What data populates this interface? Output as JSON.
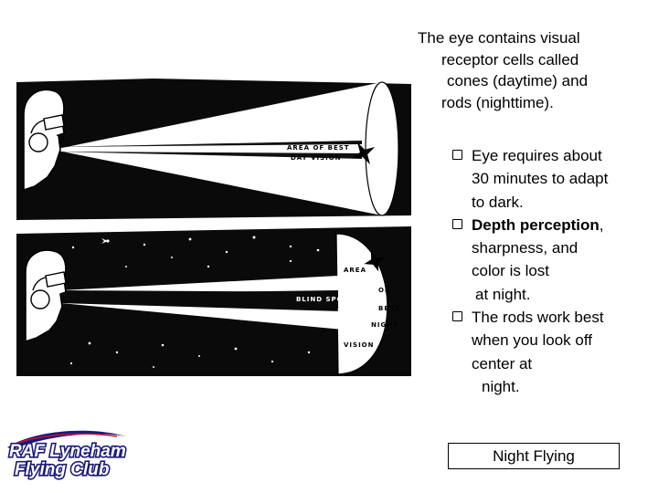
{
  "intro_lines": [
    "The eye contains visual",
    "receptor cells called",
    "cones (daytime) and",
    "rods (nighttime)."
  ],
  "bullets": [
    {
      "lines": [
        "Eye requires about",
        "30 minutes to adapt",
        "to dark."
      ]
    },
    {
      "bold": "Depth perception",
      "lines": [
        ", ",
        "sharpness, and",
        "color is lost",
        "at night."
      ]
    },
    {
      "lines": [
        "The rods work best",
        "when you look off",
        "center at",
        "night."
      ]
    }
  ],
  "diagram_labels": {
    "day_area": "AREA OF BEST",
    "day_vision": "DAY VISION",
    "night_area": "AREA",
    "night_of": "OF",
    "night_best": "BEST",
    "night_night": "NIGHT",
    "night_vision": "VISION",
    "blind_spot": "BLIND SPOT"
  },
  "logo": {
    "line1": "RAF Lyneham",
    "line2": "Flying Club"
  },
  "footer_label": "Night Flying",
  "colors": {
    "ink": "#000000",
    "logo_outline": "#1a1a7a",
    "background": "#ffffff"
  }
}
